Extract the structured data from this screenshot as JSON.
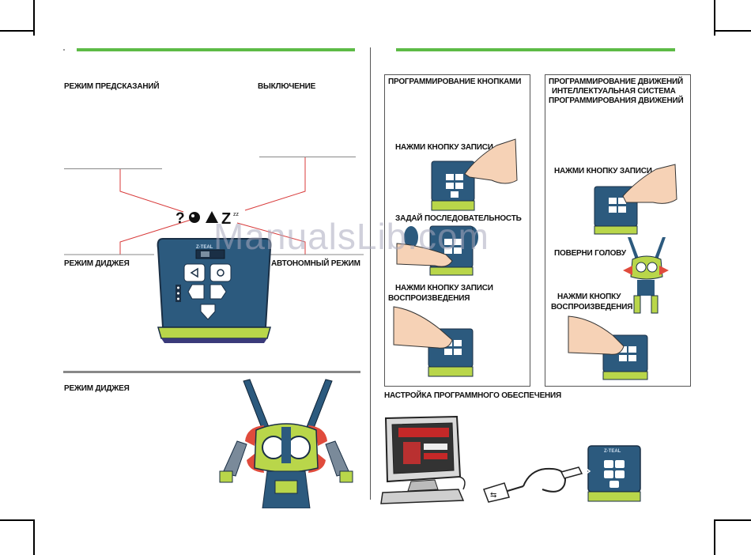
{
  "left": {
    "prediction_mode": "РЕЖИМ ПРЕДСКАЗАНИЙ",
    "shutdown": "ВЫКЛЮЧЕНИЕ",
    "dj_mode_1": "РЕЖИМ ДИДЖЕЯ",
    "autonomous_mode": "АВТОНОМНЫЙ РЕЖИМ",
    "dj_mode_2": "РЕЖИМ ДИДЖЕЯ",
    "mode_icons": "? ☺ A Z"
  },
  "right": {
    "button_programming": {
      "title": "ПРОГРАММИРОВАНИЕ КНОПКАМИ",
      "step1": "НАЖМИ КНОПКУ ЗАПИСИ",
      "step2": "ЗАДАЙ ПОСЛЕДОВАТЕЛЬНОСТЬ",
      "step3_line1": "НАЖМИ КНОПКУ ЗАПИСИ",
      "step3_line2": "ВОСПРОИЗВЕДЕНИЯ"
    },
    "motion_programming": {
      "title_line1": "ПРОГРАММИРОВАНИЕ ДВИЖЕНИЙ",
      "title_line2": "ИНТЕЛЛЕКТУАЛЬНАЯ СИСТЕМА",
      "title_line3": "ПРОГРАММИРОВАНИЯ ДВИЖЕНИЙ",
      "step1": "НАЖМИ КНОПКУ ЗАПИСИ",
      "step2": "ПОВЕРНИ ГОЛОВУ",
      "step3_line1": "НАЖМИ КНОПКУ",
      "step3_line2": "ВОСПРОИЗВЕДЕНИЯ"
    },
    "software_setup": "НАСТРОЙКА ПРОГРАММНОГО ОБЕСПЕЧЕНИЯ"
  },
  "watermark": "ManualsLib.com",
  "colors": {
    "green_bar": "#5dbb46",
    "remote_blue": "#2c5a7e",
    "remote_lime": "#b9d64a",
    "red_line": "#d83a3a"
  }
}
